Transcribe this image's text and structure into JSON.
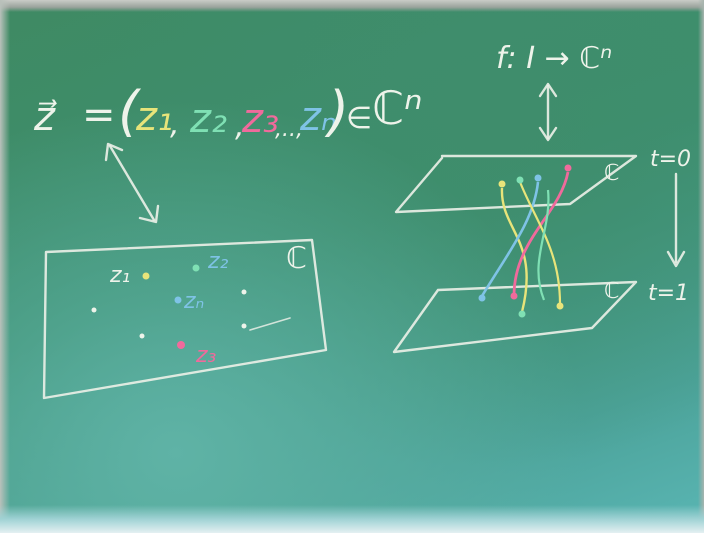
{
  "formula": {
    "vector": "z⃗",
    "equals": "=",
    "open_paren": "(",
    "z1": "z₁",
    "comma1": ",",
    "z2": "z₂",
    "comma2": ",",
    "z3": "z₃",
    "dots": ",..,",
    "zn": "zₙ",
    "close_paren": ")",
    "element_of": "∈",
    "space": "ℂⁿ"
  },
  "map": {
    "text": "f: I → ℂⁿ"
  },
  "plane_left": {
    "label": "ℂ",
    "points": {
      "z1": "z₁",
      "z2": "z₂",
      "zn": "zₙ",
      "z3": "z₃"
    }
  },
  "plane_right": {
    "top_label": "ℂ",
    "bottom_label": "ℂ",
    "t0": "t=0",
    "t1": "t=1"
  },
  "colors": {
    "chalk_white": "#eef3ea",
    "chalk_yellow": "#e8e47a",
    "chalk_green": "#7fe0b4",
    "chalk_pink": "#f06a9c",
    "chalk_blue": "#7fc3e6",
    "board_green": "#3f8a63",
    "board_teal": "#5ab6b4"
  }
}
